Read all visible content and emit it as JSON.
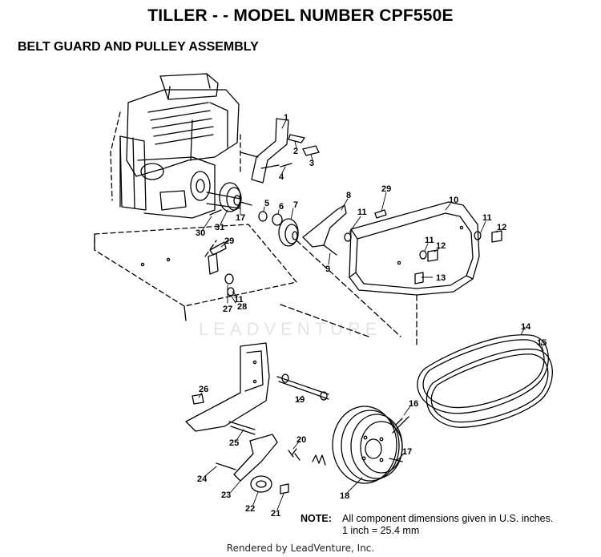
{
  "header": {
    "title": "TILLER - - MODEL NUMBER CPF550E",
    "subtitle": "BELT GUARD AND PULLEY ASSEMBLY"
  },
  "callouts": [
    "1",
    "2",
    "3",
    "4",
    "5",
    "6",
    "7",
    "8",
    "29",
    "11",
    "10",
    "11",
    "12",
    "11",
    "12",
    "13",
    "9",
    "30",
    "31",
    "17",
    "29",
    "11",
    "27",
    "28",
    "14",
    "15",
    "26",
    "19",
    "16",
    "25",
    "20",
    "17",
    "24",
    "23",
    "22",
    "21",
    "18"
  ],
  "note": {
    "label": "NOTE:",
    "line1": "All component dimensions given in U.S. inches.",
    "line2": "1 inch = 25.4 mm"
  },
  "watermark": "LEADVENTURE",
  "footer": "Rendered by LeadVenture, Inc."
}
